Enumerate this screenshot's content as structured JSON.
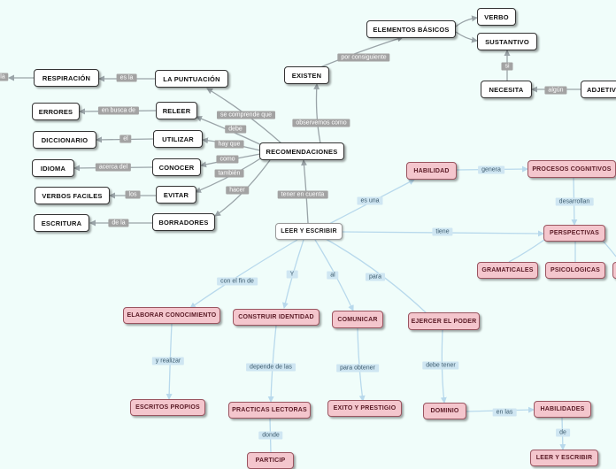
{
  "nodes": {
    "leer_y_escribir": "LEER Y ESCRIBIR",
    "recomendaciones": "RECOMENDACIONES",
    "existen": "EXISTEN",
    "elementos_basicos": "ELEMENTOS BÁSICOS",
    "verbo": "VERBO",
    "sustantivo": "SUSTANTIVO",
    "necesita": "NECESITA",
    "adjetivo": "ADJETIV",
    "la_puntuacion": "LA PUNTUACIÓN",
    "respiracion": "RESPIRACIÓN",
    "releer": "RELEER",
    "errores": "ERRORES",
    "utilizar": "UTILIZAR",
    "diccionario": "DICCIONARIO",
    "conocer": "CONOCER",
    "idioma": "IDIOMA",
    "evitar": "EVITAR",
    "verbos_faciles": "VERBOS FACILES",
    "borradores": "BORRADORES",
    "escritura": "ESCRITURA",
    "habilidad": "HABILIDAD",
    "procesos_cognitivos": "PROCESOS COGNITIVOS",
    "perspectivas": "PERSPECTIVAS",
    "gramaticales": "GRAMATICALES",
    "psicologicas": "PSICOLOGICAS",
    "elaborar_conocimiento": "ELABORAR CONOCIMIENTO",
    "escritos_propios": "ESCRITOS PROPIOS",
    "construir_identidad": "CONSTRUIR IDENTIDAD",
    "practicas_lectoras": "PRACTICAS LECTORAS",
    "comunicar": "COMUNICAR",
    "exito_y_prestigio": "EXITO Y PRESTIGIO",
    "ejercer_el_poder": "EJERCER EL PODER",
    "dominio": "DOMINIO",
    "habilidades": "HABILIDADES",
    "leer_y_escribir_2": "LEER Y ESCRIBIR",
    "partial_bottom": "PARTICIP"
  },
  "links": {
    "tener_en_cuenta": "tener en cuenta",
    "observemos_como": "observemos como",
    "por_consiguiente": "por consiguiente",
    "si": "si",
    "algun": "algún",
    "se_comprende_que": "se comprende que",
    "es_la": "es la",
    "la_cut": "la",
    "en_busca_de": "en busca de",
    "debe": "debe",
    "hay_que": "hay que",
    "el": "el",
    "como": "como",
    "acerca_del": "acerca del",
    "tambien": "también",
    "los": "los",
    "hacer": "hacer",
    "de_la": "de la",
    "es_una": "es una",
    "genera": "genera",
    "desarrollan": "desarrollan",
    "tiene": "tiene",
    "con_el_fin_de": "con el fin de",
    "y_realizar": "y realizar",
    "Y": "Y",
    "depende_de_las": "depende de las",
    "donde": "donde",
    "al": "al",
    "para_obtener": "para obtener",
    "para": "para",
    "debe_tener": "debe tener",
    "en_las": "en las",
    "de": "de"
  },
  "colors": {
    "background": "#f0fdfa",
    "grey_link": "#a3a3a3",
    "blue_link": "#cfe6f2",
    "pink_node": "#f4c6cd",
    "edge_grey": "#9aa4a8",
    "edge_blue": "#b8d9ec"
  }
}
